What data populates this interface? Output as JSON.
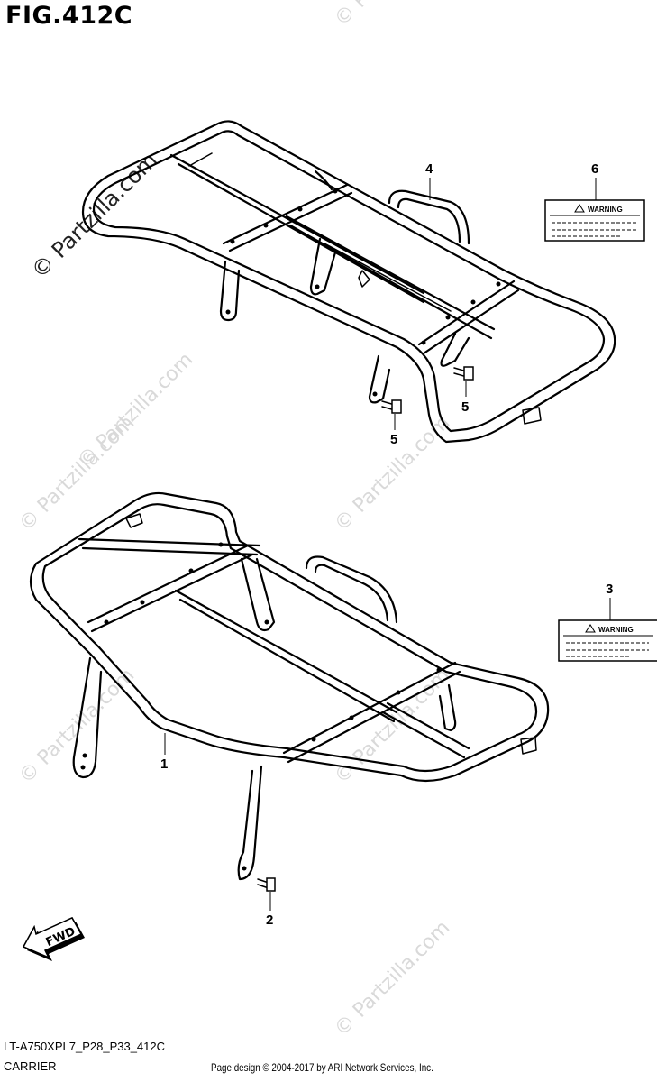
{
  "figure": {
    "title": "FIG.412C"
  },
  "callouts": {
    "c1": "1",
    "c2": "2",
    "c3": "3",
    "c4": "4",
    "c5a": "5",
    "c5b": "5",
    "c6": "6"
  },
  "labels": {
    "warning_top": "WARNING",
    "warning_bottom": "WARNING",
    "fwd": "FWD"
  },
  "watermark": {
    "text": "© Partzilla.com"
  },
  "footer": {
    "code": "LT-A750XPL7_P28_P33_412C",
    "name": "CARRIER",
    "credit": "Page design © 2004-2017 by ARI Network Services, Inc."
  }
}
